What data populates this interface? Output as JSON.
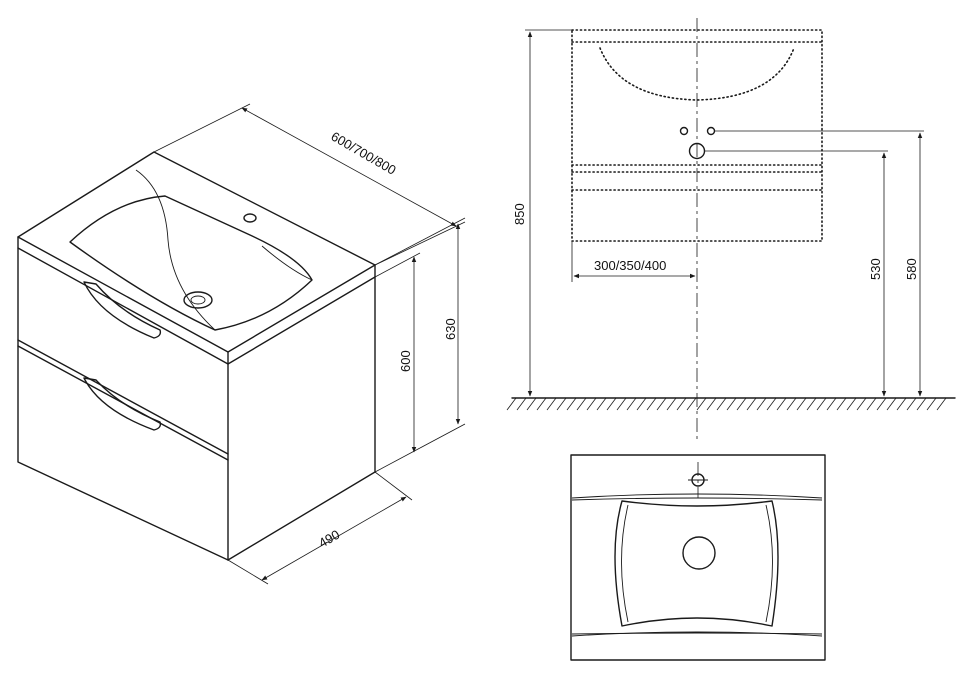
{
  "dimensions": {
    "width_range": "600/700/800",
    "depth": "490",
    "height_total": "630",
    "height_body": "600",
    "height_mount": "850",
    "drain_offset": "300/350/400",
    "drain_height": "530",
    "supply_height": "580"
  }
}
